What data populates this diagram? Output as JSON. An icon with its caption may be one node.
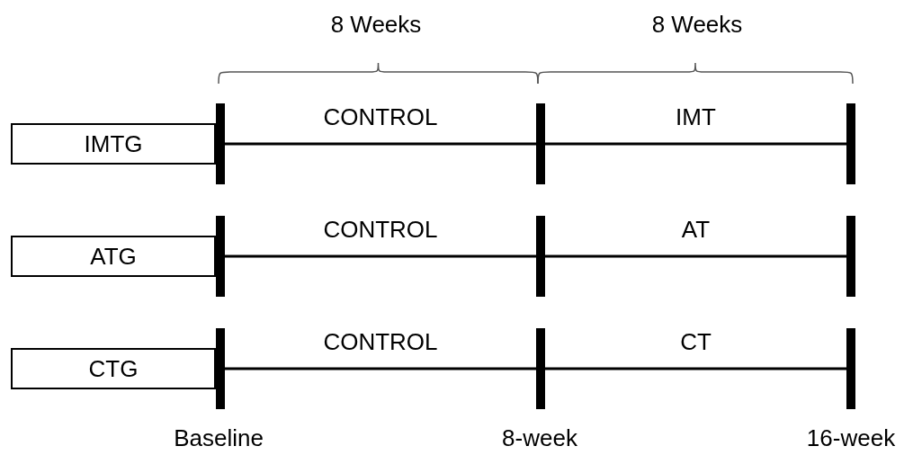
{
  "diagram": {
    "nodes": [
      {
        "text": [
          "IMTG"
        ]
      },
      {
        "text": [],
        "shape": "bar"
      },
      {
        "text": [],
        "shape": "bar"
      },
      {
        "text": [],
        "shape": "bar"
      },
      {
        "text": [
          "ATG"
        ]
      },
      {
        "text": [],
        "shape": "bar"
      },
      {
        "text": [],
        "shape": "bar"
      },
      {
        "text": [],
        "shape": "bar"
      },
      {
        "text": [
          "CTG"
        ]
      },
      {
        "text": [],
        "shape": "bar"
      },
      {
        "text": [],
        "shape": "bar"
      },
      {
        "text": [],
        "shape": "bar"
      }
    ],
    "edges": [
      {
        "from": 1,
        "to": 2,
        "arrow": "none",
        "label": "CONTROL"
      },
      {
        "from": 2,
        "to": 3,
        "arrow": "none",
        "label": "IMT"
      },
      {
        "from": 5,
        "to": 6,
        "arrow": "none",
        "label": "CONTROL"
      },
      {
        "from": 6,
        "to": 7,
        "arrow": "none",
        "label": "AT"
      },
      {
        "from": 9,
        "to": 10,
        "arrow": "none",
        "label": "CONTROL"
      },
      {
        "from": 10,
        "to": 11,
        "arrow": "none",
        "label": "CT"
      }
    ],
    "labels": [
      "8 Weeks",
      "8 Weeks",
      "Baseline",
      "8-week",
      "16-week"
    ]
  }
}
